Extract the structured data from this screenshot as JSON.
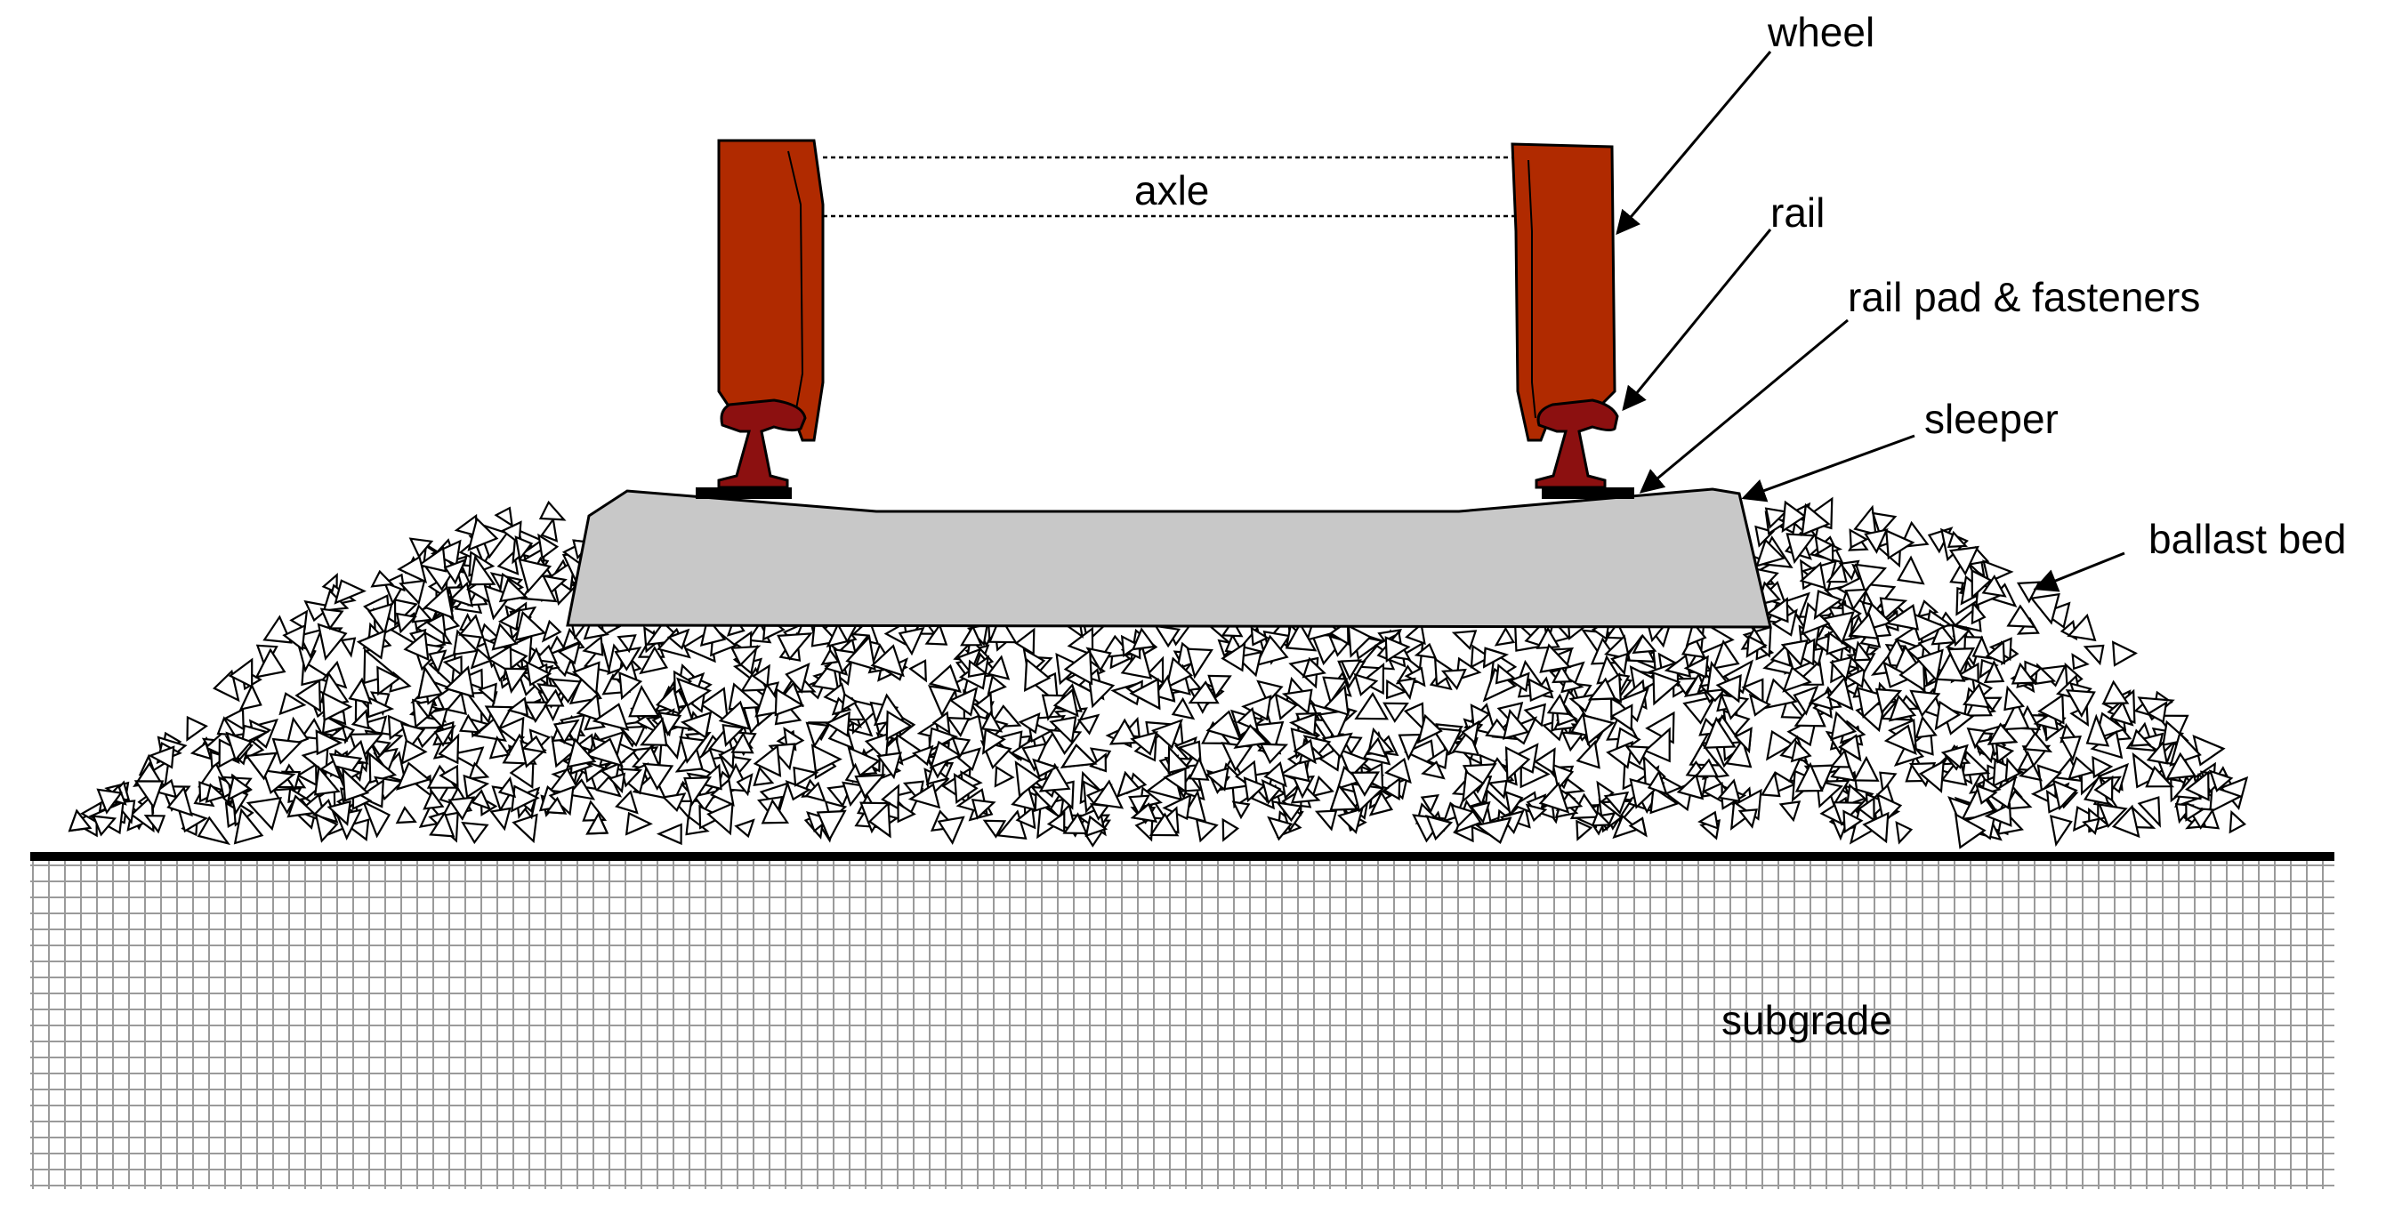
{
  "labels": {
    "wheel": "wheel",
    "axle": "axle",
    "rail": "rail",
    "rail_pad": "rail pad & fasteners",
    "sleeper": "sleeper",
    "ballast": "ballast bed",
    "subgrade": "subgrade"
  },
  "colors": {
    "wheel": "#b02a00",
    "rail": "#8c1010",
    "sleeper": "#c8c8c8",
    "subgrade_grid": "#9a9a9a",
    "outline": "#000000"
  }
}
